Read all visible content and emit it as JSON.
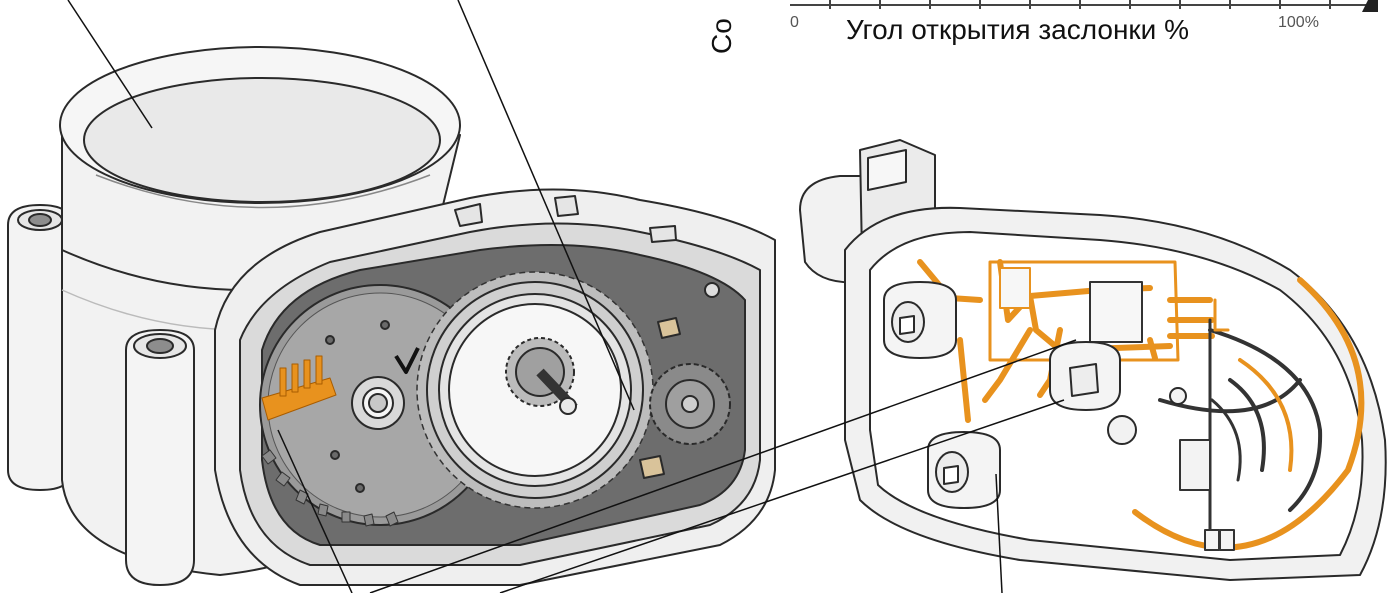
{
  "chart_strip": {
    "axis_title": "Угол открытия заслонки %",
    "tick_start": "0",
    "tick_end": "100%",
    "y_label_fragment": "Со"
  },
  "colors": {
    "outline": "#2a2a2a",
    "housing": "#efefef",
    "shadow": "#d8d8d8",
    "gear_dark": "#8c8c8c",
    "gear_mid": "#a9a9a9",
    "copper": "#e8921e",
    "leader": "#111111"
  }
}
